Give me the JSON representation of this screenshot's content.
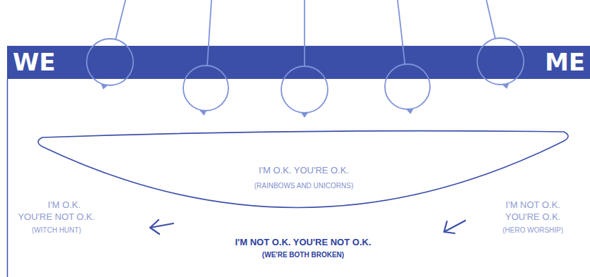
{
  "diagram": {
    "nodes": [
      {
        "text": [
          "WE",
          "ME"
        ]
      },
      {
        "text": [
          "I'M O.K. YOU'RE O.K.",
          "(RAINBOWS AND UNICORNS)"
        ]
      }
    ],
    "labels": [
      "I'M O.K. YOU'RE NOT O.K.",
      "(WITCH HUNT)",
      "I'M NOT O.K. YOU'RE O.K.",
      "(HERO WORSHIP)",
      "I'M NOT O.K. YOU'RE NOT O.K.",
      "(WE'RE BOTH BROKEN)"
    ]
  }
}
